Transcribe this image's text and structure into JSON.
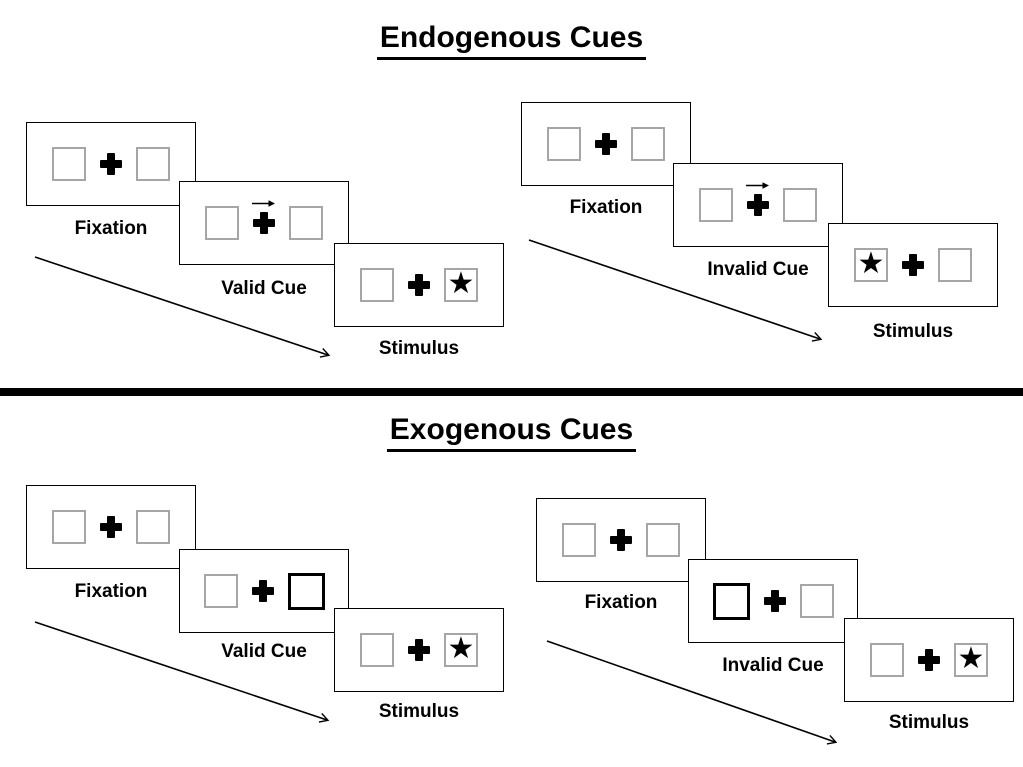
{
  "colors": {
    "background": "#ffffff",
    "panel_border": "#000000",
    "square_border": "#a6a6a6",
    "cue_highlight_border": "#000000",
    "divider": "#000000",
    "text": "#000000"
  },
  "glyphs": {
    "star": "★"
  },
  "sections": [
    {
      "title": "Endogenous Cues",
      "sequences": [
        {
          "type": "valid",
          "cue_style": "central arrow pointing right",
          "target_side": "right",
          "panels": [
            {
              "label": "Fixation"
            },
            {
              "label": "Valid Cue"
            },
            {
              "label": "Stimulus"
            }
          ]
        },
        {
          "type": "invalid",
          "cue_style": "central arrow pointing right",
          "target_side": "left",
          "panels": [
            {
              "label": "Fixation"
            },
            {
              "label": "Invalid Cue"
            },
            {
              "label": "Stimulus"
            }
          ]
        }
      ]
    },
    {
      "title": "Exogenous Cues",
      "sequences": [
        {
          "type": "valid",
          "cue_style": "right box highlighted bold",
          "target_side": "right",
          "panels": [
            {
              "label": "Fixation"
            },
            {
              "label": "Valid Cue"
            },
            {
              "label": "Stimulus"
            }
          ]
        },
        {
          "type": "invalid",
          "cue_style": "left box highlighted bold",
          "target_side": "right",
          "panels": [
            {
              "label": "Fixation"
            },
            {
              "label": "Invalid Cue"
            },
            {
              "label": "Stimulus"
            }
          ]
        }
      ]
    }
  ]
}
